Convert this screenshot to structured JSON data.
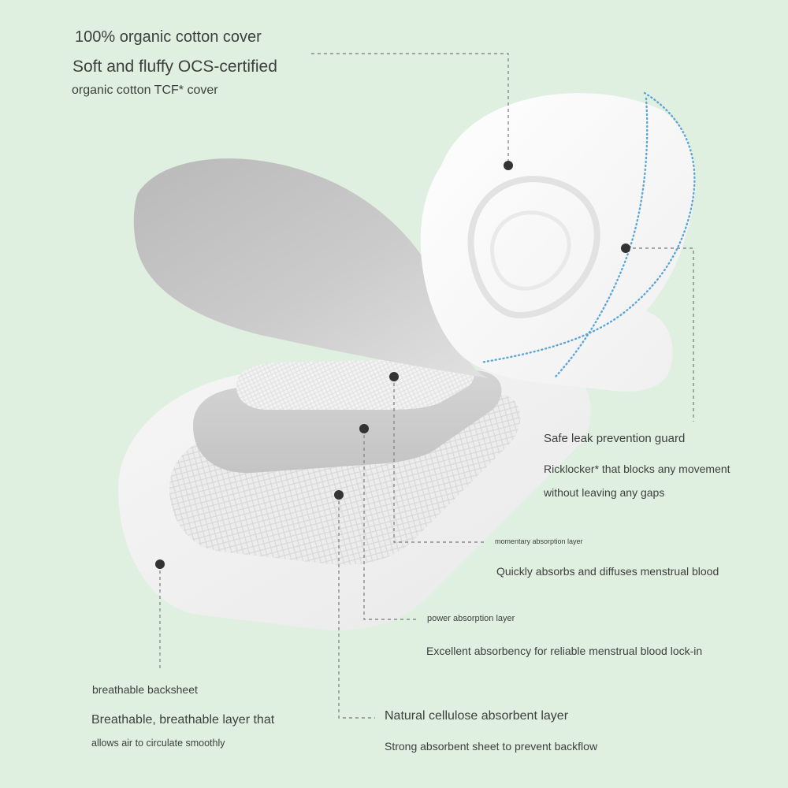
{
  "colors": {
    "background": "#dff0e0",
    "text": "#3e3e3e",
    "leader_line": "#8a8a8a",
    "marker_dot": "#333333",
    "seam_dots": "#5aa6d8"
  },
  "callouts": {
    "cover": {
      "title": "100% organic cotton cover",
      "line1": "Soft and fluffy OCS-certified",
      "line2": "organic cotton TCF* cover"
    },
    "leak_guard": {
      "title": "Safe leak prevention guard",
      "line1": "Ricklocker* that blocks any movement",
      "line2": "without leaving any gaps"
    },
    "momentary": {
      "title": "momentary absorption layer",
      "desc": "Quickly absorbs and diffuses menstrual blood"
    },
    "power": {
      "title": "power absorption layer",
      "desc": "Excellent absorbency for reliable menstrual blood lock-in"
    },
    "backsheet": {
      "title": "breathable backsheet",
      "line1": "Breathable, breathable layer that",
      "line2": "allows air to circulate smoothly"
    },
    "cellulose": {
      "title": "Natural cellulose absorbent layer",
      "desc": "Strong absorbent sheet to prevent backflow"
    }
  }
}
